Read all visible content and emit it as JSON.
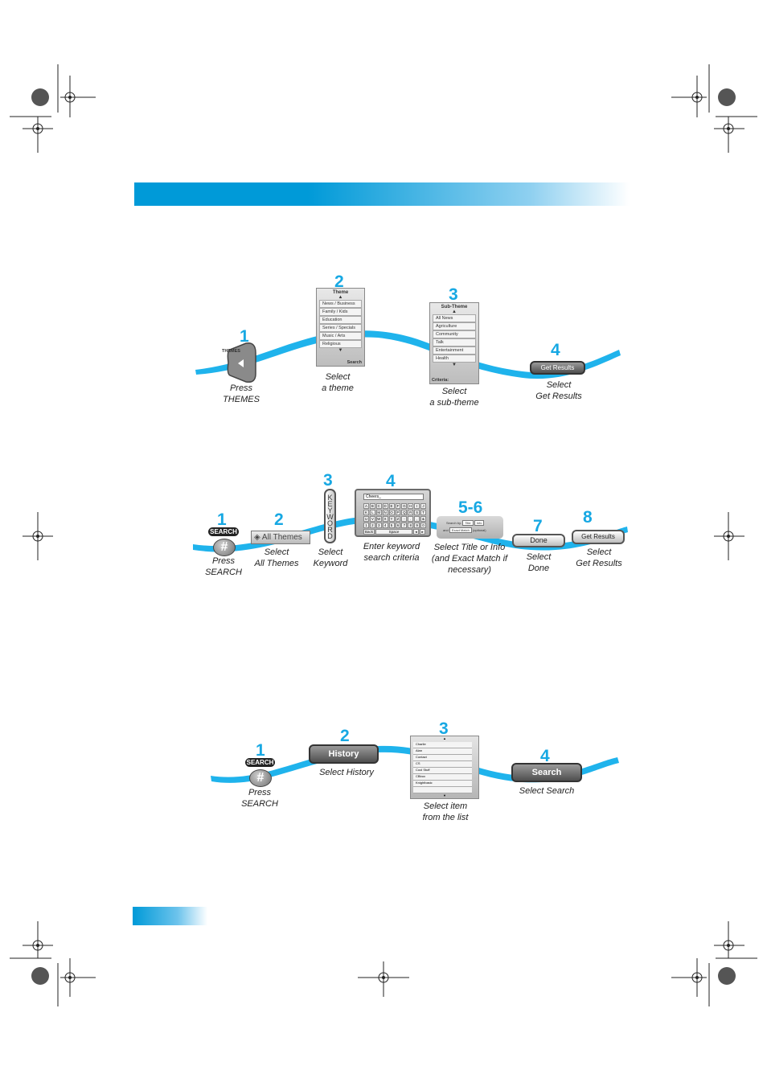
{
  "section1": {
    "steps": [
      {
        "num": "1",
        "caption": "Press\nTHEMES"
      },
      {
        "num": "2",
        "caption": "Select\na theme"
      },
      {
        "num": "3",
        "caption": "Select\na sub-theme"
      },
      {
        "num": "4",
        "caption": "Select\nGet Results"
      }
    ],
    "themes_button": {
      "label": "THEMES"
    },
    "theme_menu": {
      "title": "Theme",
      "items": [
        "News / Business",
        "Family / Kids",
        "Education",
        "Series / Specials",
        "Music / Arts",
        "Religious"
      ],
      "footer": "Search"
    },
    "subtheme_menu": {
      "title": "Sub-Theme",
      "items": [
        "All News",
        "Agriculture",
        "Community",
        "Talk",
        "Entertainment",
        "Health"
      ],
      "footer": "Criteria:"
    },
    "get_results": "Get Results"
  },
  "section2": {
    "steps": [
      {
        "num": "1",
        "caption": "Press\nSEARCH"
      },
      {
        "num": "2",
        "caption": "Select\nAll Themes"
      },
      {
        "num": "3",
        "caption": "Select\nKeyword"
      },
      {
        "num": "4",
        "caption": "Enter keyword\nsearch criteria"
      },
      {
        "num": "5-6",
        "caption": "Select Title or Info\n(and Exact Match if\nnecessary)"
      },
      {
        "num": "7",
        "caption": "Select\nDone"
      },
      {
        "num": "8",
        "caption": "Select\nGet Results"
      }
    ],
    "search_badge": "SEARCH",
    "hash": "#",
    "all_themes": "All Themes",
    "keyword_letters": [
      "K",
      "E",
      "Y",
      "W",
      "O",
      "R",
      "D"
    ],
    "keyboard": {
      "field": "Cheers_",
      "keys": [
        "A",
        "B",
        "C",
        "D",
        "E",
        "F",
        "G",
        "H",
        "I",
        "J",
        "K",
        "L",
        "M",
        "N",
        "O",
        "P",
        "Q",
        "R",
        "S",
        "T",
        "U",
        "V",
        "W",
        "X",
        "Y",
        "Z",
        "-",
        ".",
        ",",
        "&",
        "1",
        "2",
        "3",
        "4",
        "5",
        "6",
        "7",
        "8",
        "9",
        "0"
      ],
      "back": "Back",
      "space": "Space"
    },
    "options": {
      "search_by": "Search by:",
      "title": "Title",
      "info": "Info",
      "and": "and",
      "exact_match": "Exact Match",
      "optional": "(optional)"
    },
    "done": "Done",
    "get_results": "Get Results"
  },
  "section3": {
    "steps": [
      {
        "num": "1",
        "caption": "Press\nSEARCH"
      },
      {
        "num": "2",
        "caption": "Select History"
      },
      {
        "num": "3",
        "caption": "Select item\nfrom the list"
      },
      {
        "num": "4",
        "caption": "Select Search"
      }
    ],
    "search_badge": "SEARCH",
    "hash": "#",
    "history": "History",
    "list_items": [
      "Charlie",
      "Alan",
      "Contact",
      "CS",
      "Cool Stuff",
      "CBbox",
      "Knightbasic"
    ],
    "search": "Search"
  },
  "colors": {
    "accent": "#17a8e3",
    "band": "#009ad8",
    "ribbon": "#1fb3ec"
  }
}
